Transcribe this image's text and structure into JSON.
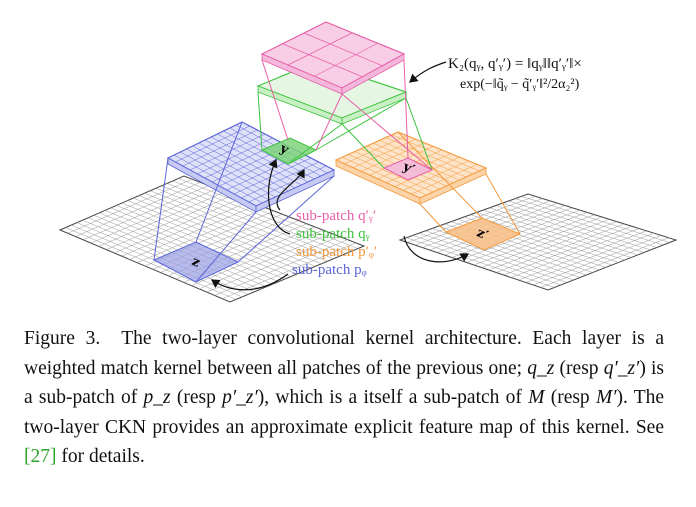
{
  "figure": {
    "formula_line1": "K₂(qᵧ, q′ᵧ′) = ‖qᵧ‖‖q′ᵧ′‖×",
    "formula_line2": "exp(−‖q̃ᵧ − q̃′ᵧ′‖²/2α₂²)",
    "labels": {
      "y": "y",
      "y_prime": "y′",
      "z": "z",
      "z_prime": "z′",
      "subpatch_qyp": "sub-patch q′ᵧ′",
      "subpatch_qy": "sub-patch qᵧ",
      "subpatch_pzp": "sub-patch p′ᵩ′",
      "subpatch_pz": "sub-patch pᵩ"
    },
    "colors": {
      "pink": "#e85fa8",
      "pink_fill": "#f3b8dc",
      "green": "#3ec43e",
      "green_fill": "#b6eab0",
      "blue": "#5b66d8",
      "blue_fill": "#b9bdf0",
      "orange": "#f39a3c",
      "orange_fill": "#fbd3a6",
      "gray": "#444444"
    }
  },
  "caption": {
    "figure_label": "Figure 3.",
    "text_1": "The two-layer convolutional kernel architecture. Each layer is a weighted match kernel between all patches of the previous one;",
    "q_z": "q_z",
    "resp_1": "(resp",
    "q_zp": "q′_z′",
    "text_2": ") is a sub-patch of",
    "p_z": "p_z",
    "resp_2": "(resp",
    "p_zp": "p′_z′",
    "text_3": "), which is a itself a sub-patch of",
    "M": "M",
    "resp_3": "(resp",
    "M_prime": "M′",
    "text_4": "). The two-layer CKN provides an approximate explicit feature map of this kernel. See",
    "ref": "[27]",
    "text_5": "for details."
  }
}
